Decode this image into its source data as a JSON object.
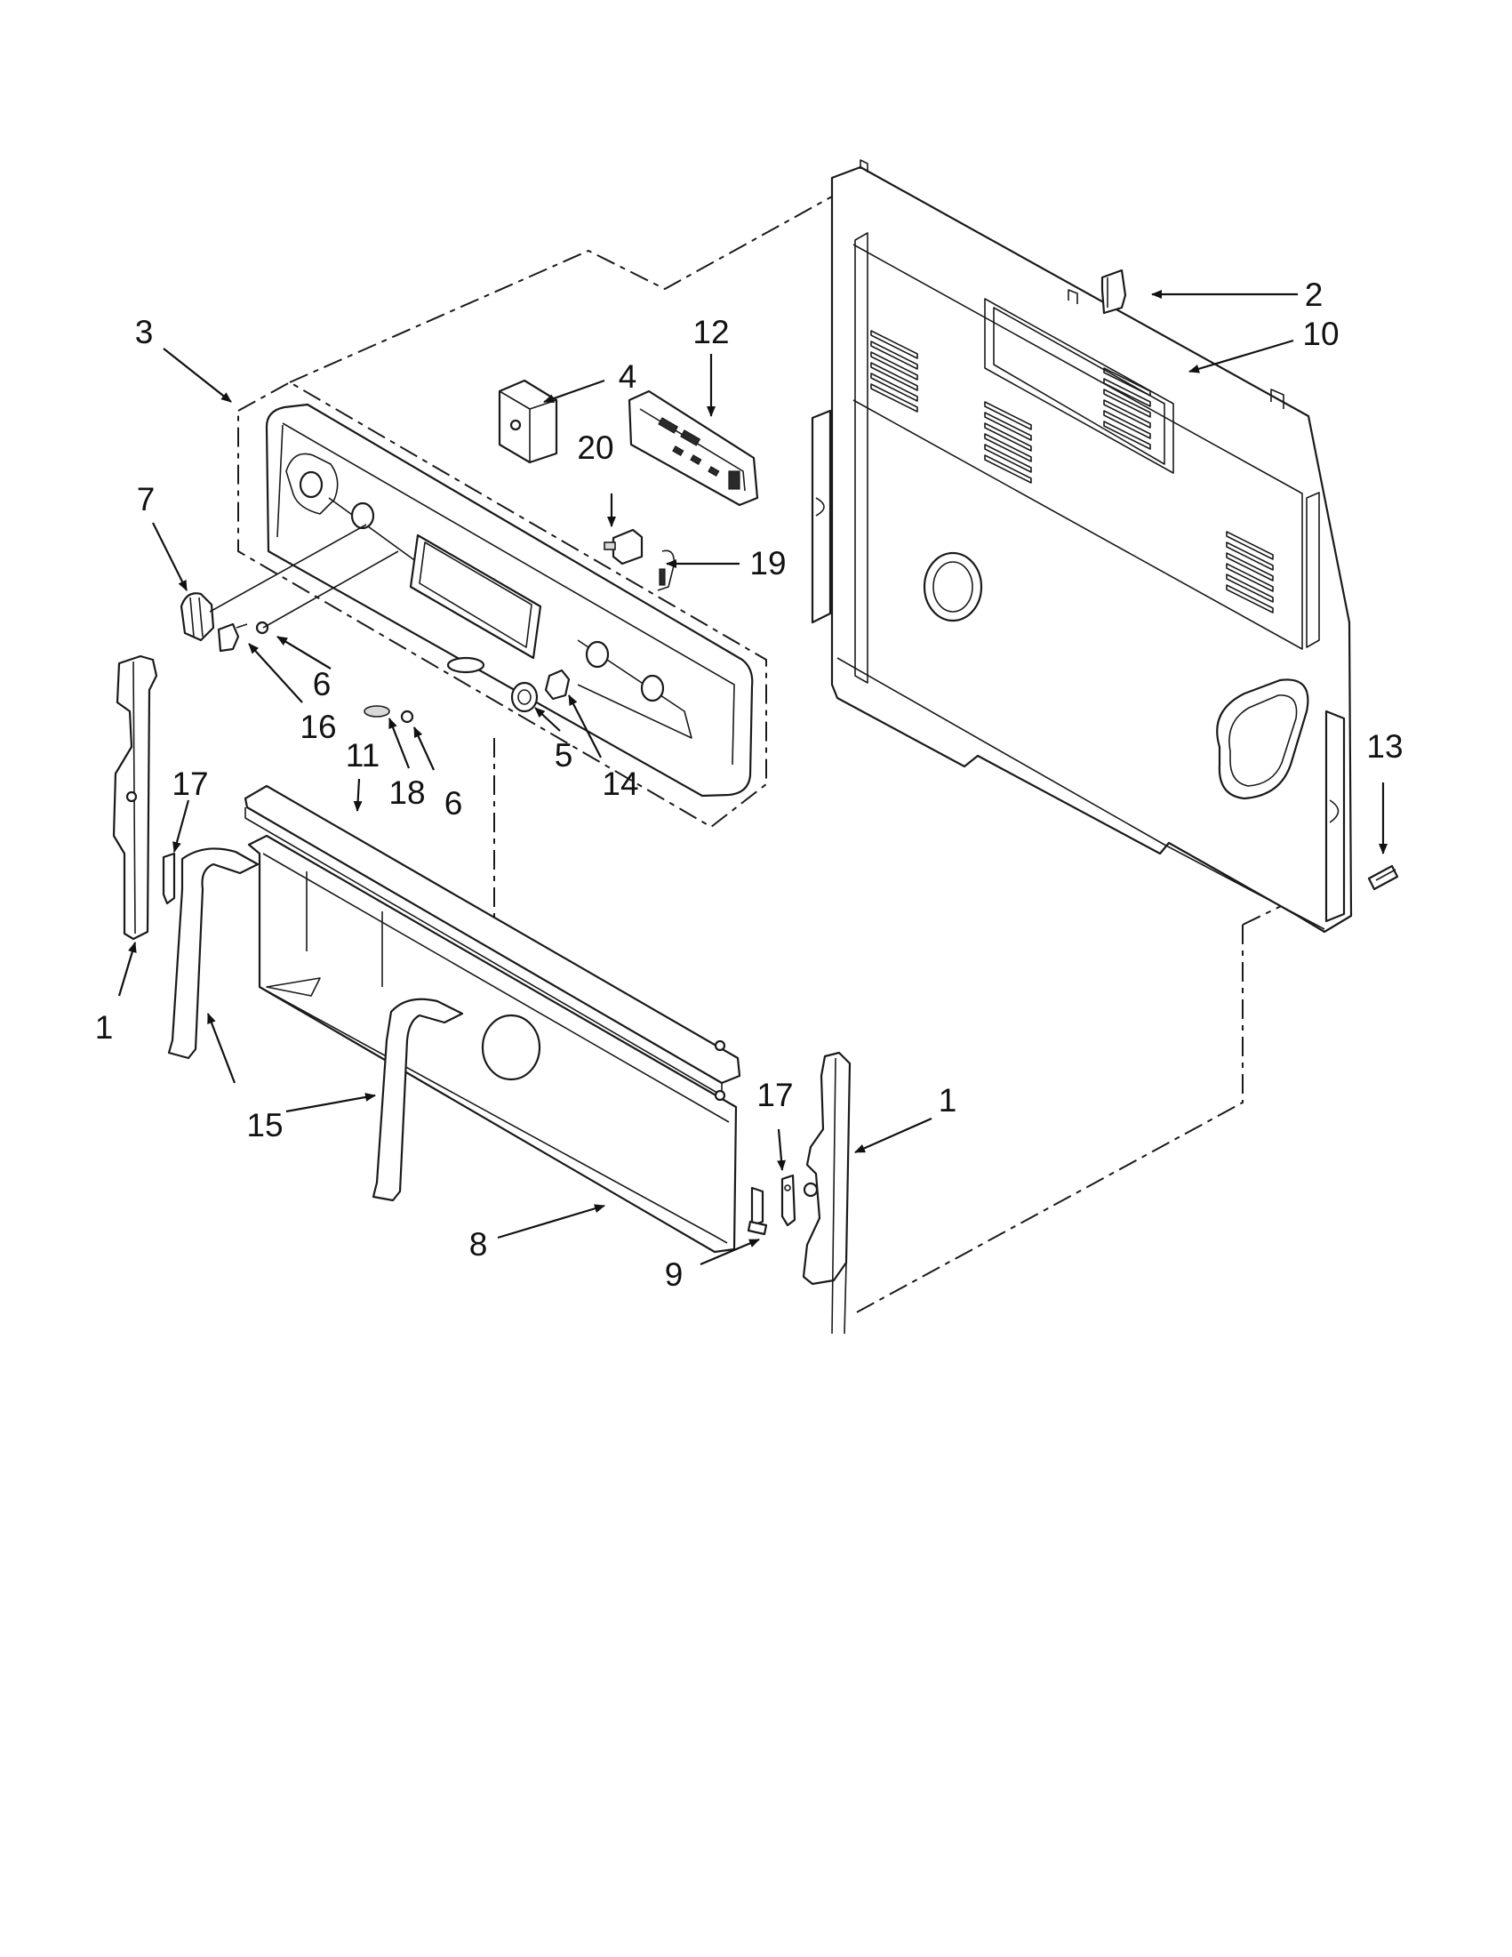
{
  "callouts": [
    {
      "id": "c1a",
      "label": "1"
    },
    {
      "id": "c1b",
      "label": "1"
    },
    {
      "id": "c2",
      "label": "2"
    },
    {
      "id": "c3",
      "label": "3"
    },
    {
      "id": "c4",
      "label": "4"
    },
    {
      "id": "c5",
      "label": "5"
    },
    {
      "id": "c6a",
      "label": "6"
    },
    {
      "id": "c6b",
      "label": "6"
    },
    {
      "id": "c7",
      "label": "7"
    },
    {
      "id": "c8",
      "label": "8"
    },
    {
      "id": "c9",
      "label": "9"
    },
    {
      "id": "c10",
      "label": "10"
    },
    {
      "id": "c11",
      "label": "11"
    },
    {
      "id": "c12",
      "label": "12"
    },
    {
      "id": "c13",
      "label": "13"
    },
    {
      "id": "c14",
      "label": "14"
    },
    {
      "id": "c15",
      "label": "15"
    },
    {
      "id": "c16",
      "label": "16"
    },
    {
      "id": "c17a",
      "label": "17"
    },
    {
      "id": "c17b",
      "label": "17"
    },
    {
      "id": "c18",
      "label": "18"
    },
    {
      "id": "c19",
      "label": "19"
    },
    {
      "id": "c20",
      "label": "20"
    }
  ],
  "colors": {
    "line": "#1a1a1a",
    "background": "#ffffff",
    "shade": "#d9d9d9"
  }
}
